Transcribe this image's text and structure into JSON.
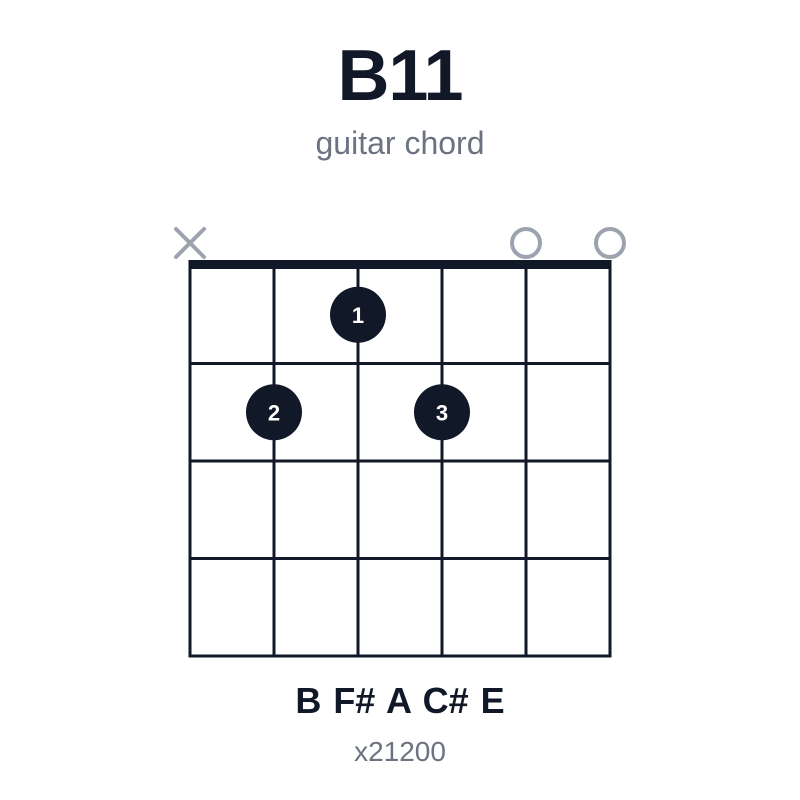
{
  "chord": {
    "name": "B11",
    "subtitle": "guitar chord",
    "notes_label": "B F# A C# E",
    "fingering_label": "x21200"
  },
  "diagram": {
    "strings": 6,
    "frets_shown": 4,
    "string_states": [
      "muted",
      "fretted",
      "fretted",
      "fretted",
      "open",
      "open"
    ],
    "fingers": [
      {
        "finger": "1",
        "string": 3,
        "fret": 1
      },
      {
        "finger": "2",
        "string": 2,
        "fret": 2
      },
      {
        "finger": "3",
        "string": 4,
        "fret": 2
      }
    ],
    "colors": {
      "ink": "#111827",
      "muted_marker": "#9ca3af",
      "open_marker": "#9ca3af",
      "finger_text": "#ffffff"
    }
  }
}
